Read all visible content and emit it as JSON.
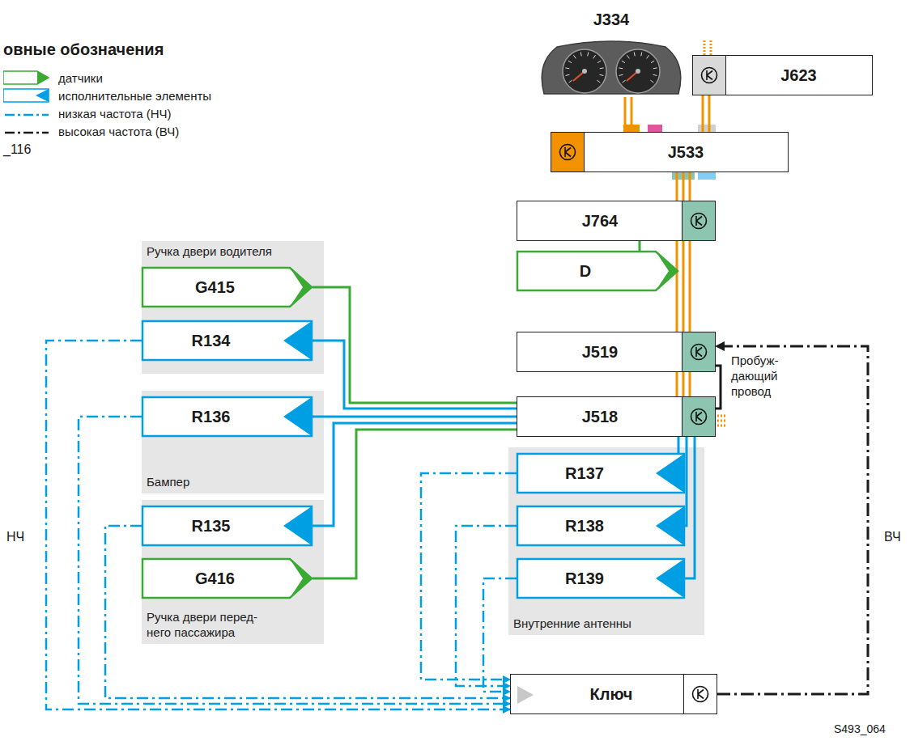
{
  "diagram": {
    "nodes": [
      {
        "text": [
          "J334"
        ]
      },
      {
        "text": [
          "J623"
        ]
      },
      {
        "text": [
          "J533"
        ]
      },
      {
        "text": [
          "J764"
        ]
      },
      {
        "text": [
          "Ручка двери водителя"
        ]
      },
      {
        "text": [
          "G415"
        ],
        "in": 4
      },
      {
        "text": [
          "R134"
        ],
        "in": 4
      },
      {
        "text": [
          "D"
        ]
      },
      {
        "text": [
          "J519"
        ]
      },
      {
        "text": [
          "Бампер"
        ]
      },
      {
        "text": [
          "R136"
        ],
        "in": 9
      },
      {
        "text": [
          "J518"
        ]
      },
      {
        "text": [
          "Внутренние антенны"
        ]
      },
      {
        "text": [
          "R137"
        ],
        "in": 12
      },
      {
        "text": [
          "R138"
        ],
        "in": 12
      },
      {
        "text": [
          "R139"
        ],
        "in": 12
      },
      {
        "text": [
          "Ручка двери перед- него пассажира"
        ]
      },
      {
        "text": [
          "R135"
        ],
        "in": 16
      },
      {
        "text": [
          "G416"
        ],
        "in": 16
      },
      {
        "text": [
          "Ключ"
        ]
      }
    ],
    "edges": [
      {
        "from": 0,
        "to": 2,
        "arrow": "none"
      },
      {
        "from": 1,
        "to": 2,
        "arrow": "none"
      },
      {
        "from": 2,
        "to": 3,
        "arrow": "none"
      },
      {
        "from": 3,
        "to": 8,
        "arrow": "none"
      },
      {
        "from": 8,
        "to": 11,
        "arrow": "none"
      },
      {
        "from": 7,
        "to": 3,
        "arrow": "none"
      },
      {
        "from": 5,
        "to": 11,
        "arrow": "none"
      },
      {
        "from": 6,
        "to": 11,
        "arrow": "none"
      },
      {
        "from": 10,
        "to": 11,
        "arrow": "none"
      },
      {
        "from": 17,
        "to": 11,
        "arrow": "none"
      },
      {
        "from": 18,
        "to": 11,
        "arrow": "none"
      },
      {
        "from": 13,
        "to": 11,
        "arrow": "none"
      },
      {
        "from": 14,
        "to": 11,
        "arrow": "none"
      },
      {
        "from": 15,
        "to": 11,
        "arrow": "none"
      },
      {
        "from": 8,
        "to": 11,
        "arrow": "none"
      },
      {
        "from": 19,
        "to": 8,
        "arrow": "to"
      },
      {
        "from": 6,
        "to": 19,
        "arrow": "to"
      },
      {
        "from": 10,
        "to": 19,
        "arrow": "to"
      },
      {
        "from": 17,
        "to": 19,
        "arrow": "to"
      },
      {
        "from": 13,
        "to": 19,
        "arrow": "to"
      },
      {
        "from": 14,
        "to": 19,
        "arrow": "to"
      },
      {
        "from": 15,
        "to": 19,
        "arrow": "to"
      }
    ],
    "labels": [
      "овные обозначения",
      "_116",
      "Пробуж- дающий провод",
      "НЧ",
      "ВЧ",
      "S493_064"
    ],
    "legend": [
      {
        "text": "датчики",
        "color": "#3aaa35"
      },
      {
        "text": "исполнительные элементы",
        "color": "#009fe3"
      },
      {
        "text": "низкая частота (НЧ)"
      },
      {
        "text": "высокая частота (ВЧ)"
      }
    ]
  }
}
